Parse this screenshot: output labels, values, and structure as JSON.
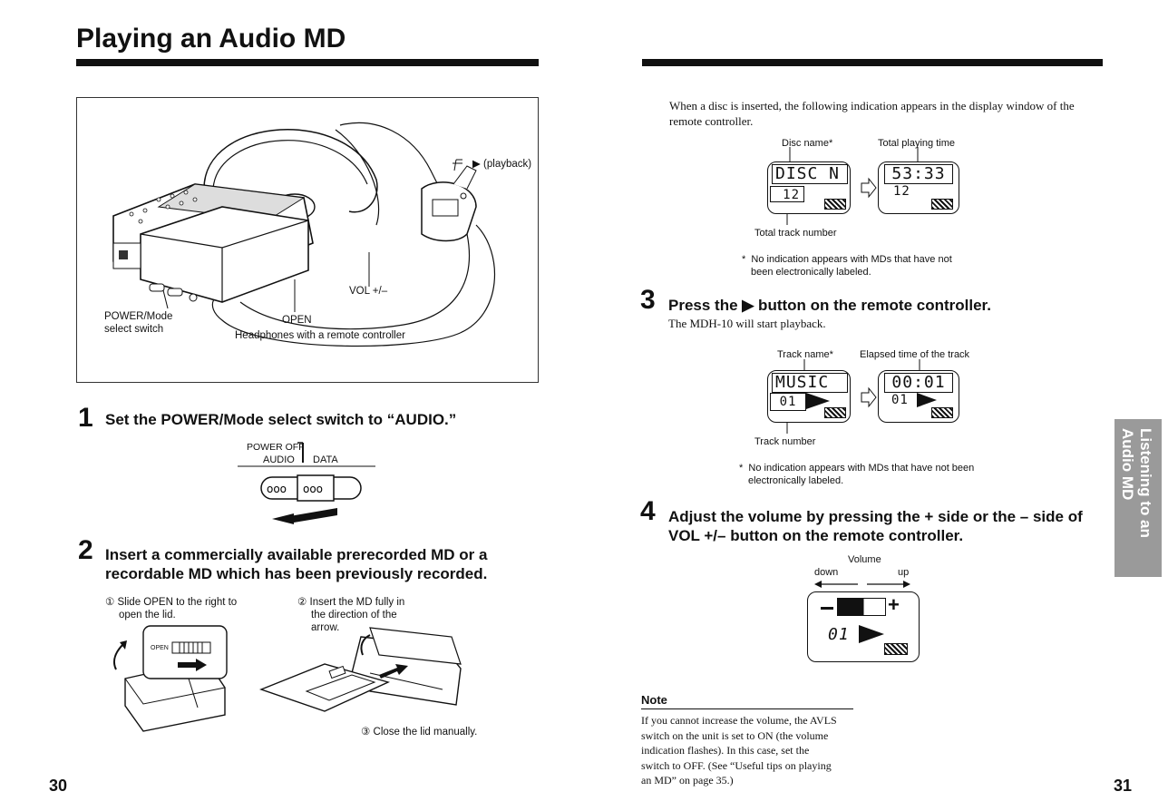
{
  "left_page": {
    "title": "Playing an Audio MD",
    "figure_labels": {
      "playback": "▶ (playback)",
      "vol": "VOL +/–",
      "power_mode_1": "POWER/Mode",
      "power_mode_2": "select switch",
      "open": "OPEN",
      "headphones": "Headphones with a remote controller"
    },
    "step1": {
      "number": "1",
      "text": "Set the POWER/Mode select switch to “AUDIO.”",
      "switch_power_off": "POWER OFF",
      "switch_audio": "AUDIO",
      "switch_data": "DATA"
    },
    "step2": {
      "number": "2",
      "line1": "Insert a commercially available prerecorded MD or a",
      "line2": "recordable MD which has been previously recorded.",
      "sub1_num": "①",
      "sub1_line1": "Slide OPEN to the right to",
      "sub1_line2": "open the lid.",
      "sub2_num": "②",
      "sub2_line1": "Insert the MD fully in",
      "sub2_line2": "the direction of the",
      "sub2_line3": "arrow.",
      "sub3_num": "③",
      "sub3_text": "Close the lid manually.",
      "open_label": "OPEN"
    },
    "page_number": "30"
  },
  "right_page": {
    "intro_line1": "When a disc is inserted, the following indication appears in the display window of the",
    "intro_line2": "remote controller.",
    "disc_name_label": "Disc name*",
    "total_time_label": "Total playing time",
    "total_track_label": "Total track number",
    "lcd1_text": "DISC N",
    "lcd1_num": "12",
    "lcd2_text": "53:33",
    "lcd2_num": "12",
    "footnote1_line1": "No indication appears with MDs that have not",
    "footnote1_line2": "been electronically labeled.",
    "step3": {
      "number": "3",
      "text": "Press the ▶ button on the remote controller.",
      "sub": "The MDH-10 will start playback."
    },
    "track_name_label": "Track name*",
    "elapsed_label": "Elapsed time of the track",
    "track_number_label": "Track number",
    "lcd3_text": "MUSIC",
    "lcd3_num": "01",
    "lcd4_text": "00:01",
    "lcd4_num": "01",
    "footnote2_line1": "No indication appears with MDs that have not been",
    "footnote2_line2": "electronically labeled.",
    "step4": {
      "number": "4",
      "line1": "Adjust the volume by pressing the + side or the – side of",
      "line2": "VOL +/– button on the remote controller."
    },
    "volume_label": "Volume",
    "down_label": "down",
    "up_label": "up",
    "lcd5_num": "01",
    "note_heading": "Note",
    "note_lines": [
      "If you cannot increase the volume, the AVLS",
      "switch on the unit is set to ON (the volume",
      "indication flashes).  In this case, set the",
      "switch to OFF.   (See “Useful tips on playing",
      "an MD” on page 35.)"
    ],
    "side_tab_line1": "Listening to an",
    "side_tab_line2": "Audio MD",
    "page_number": "31"
  }
}
